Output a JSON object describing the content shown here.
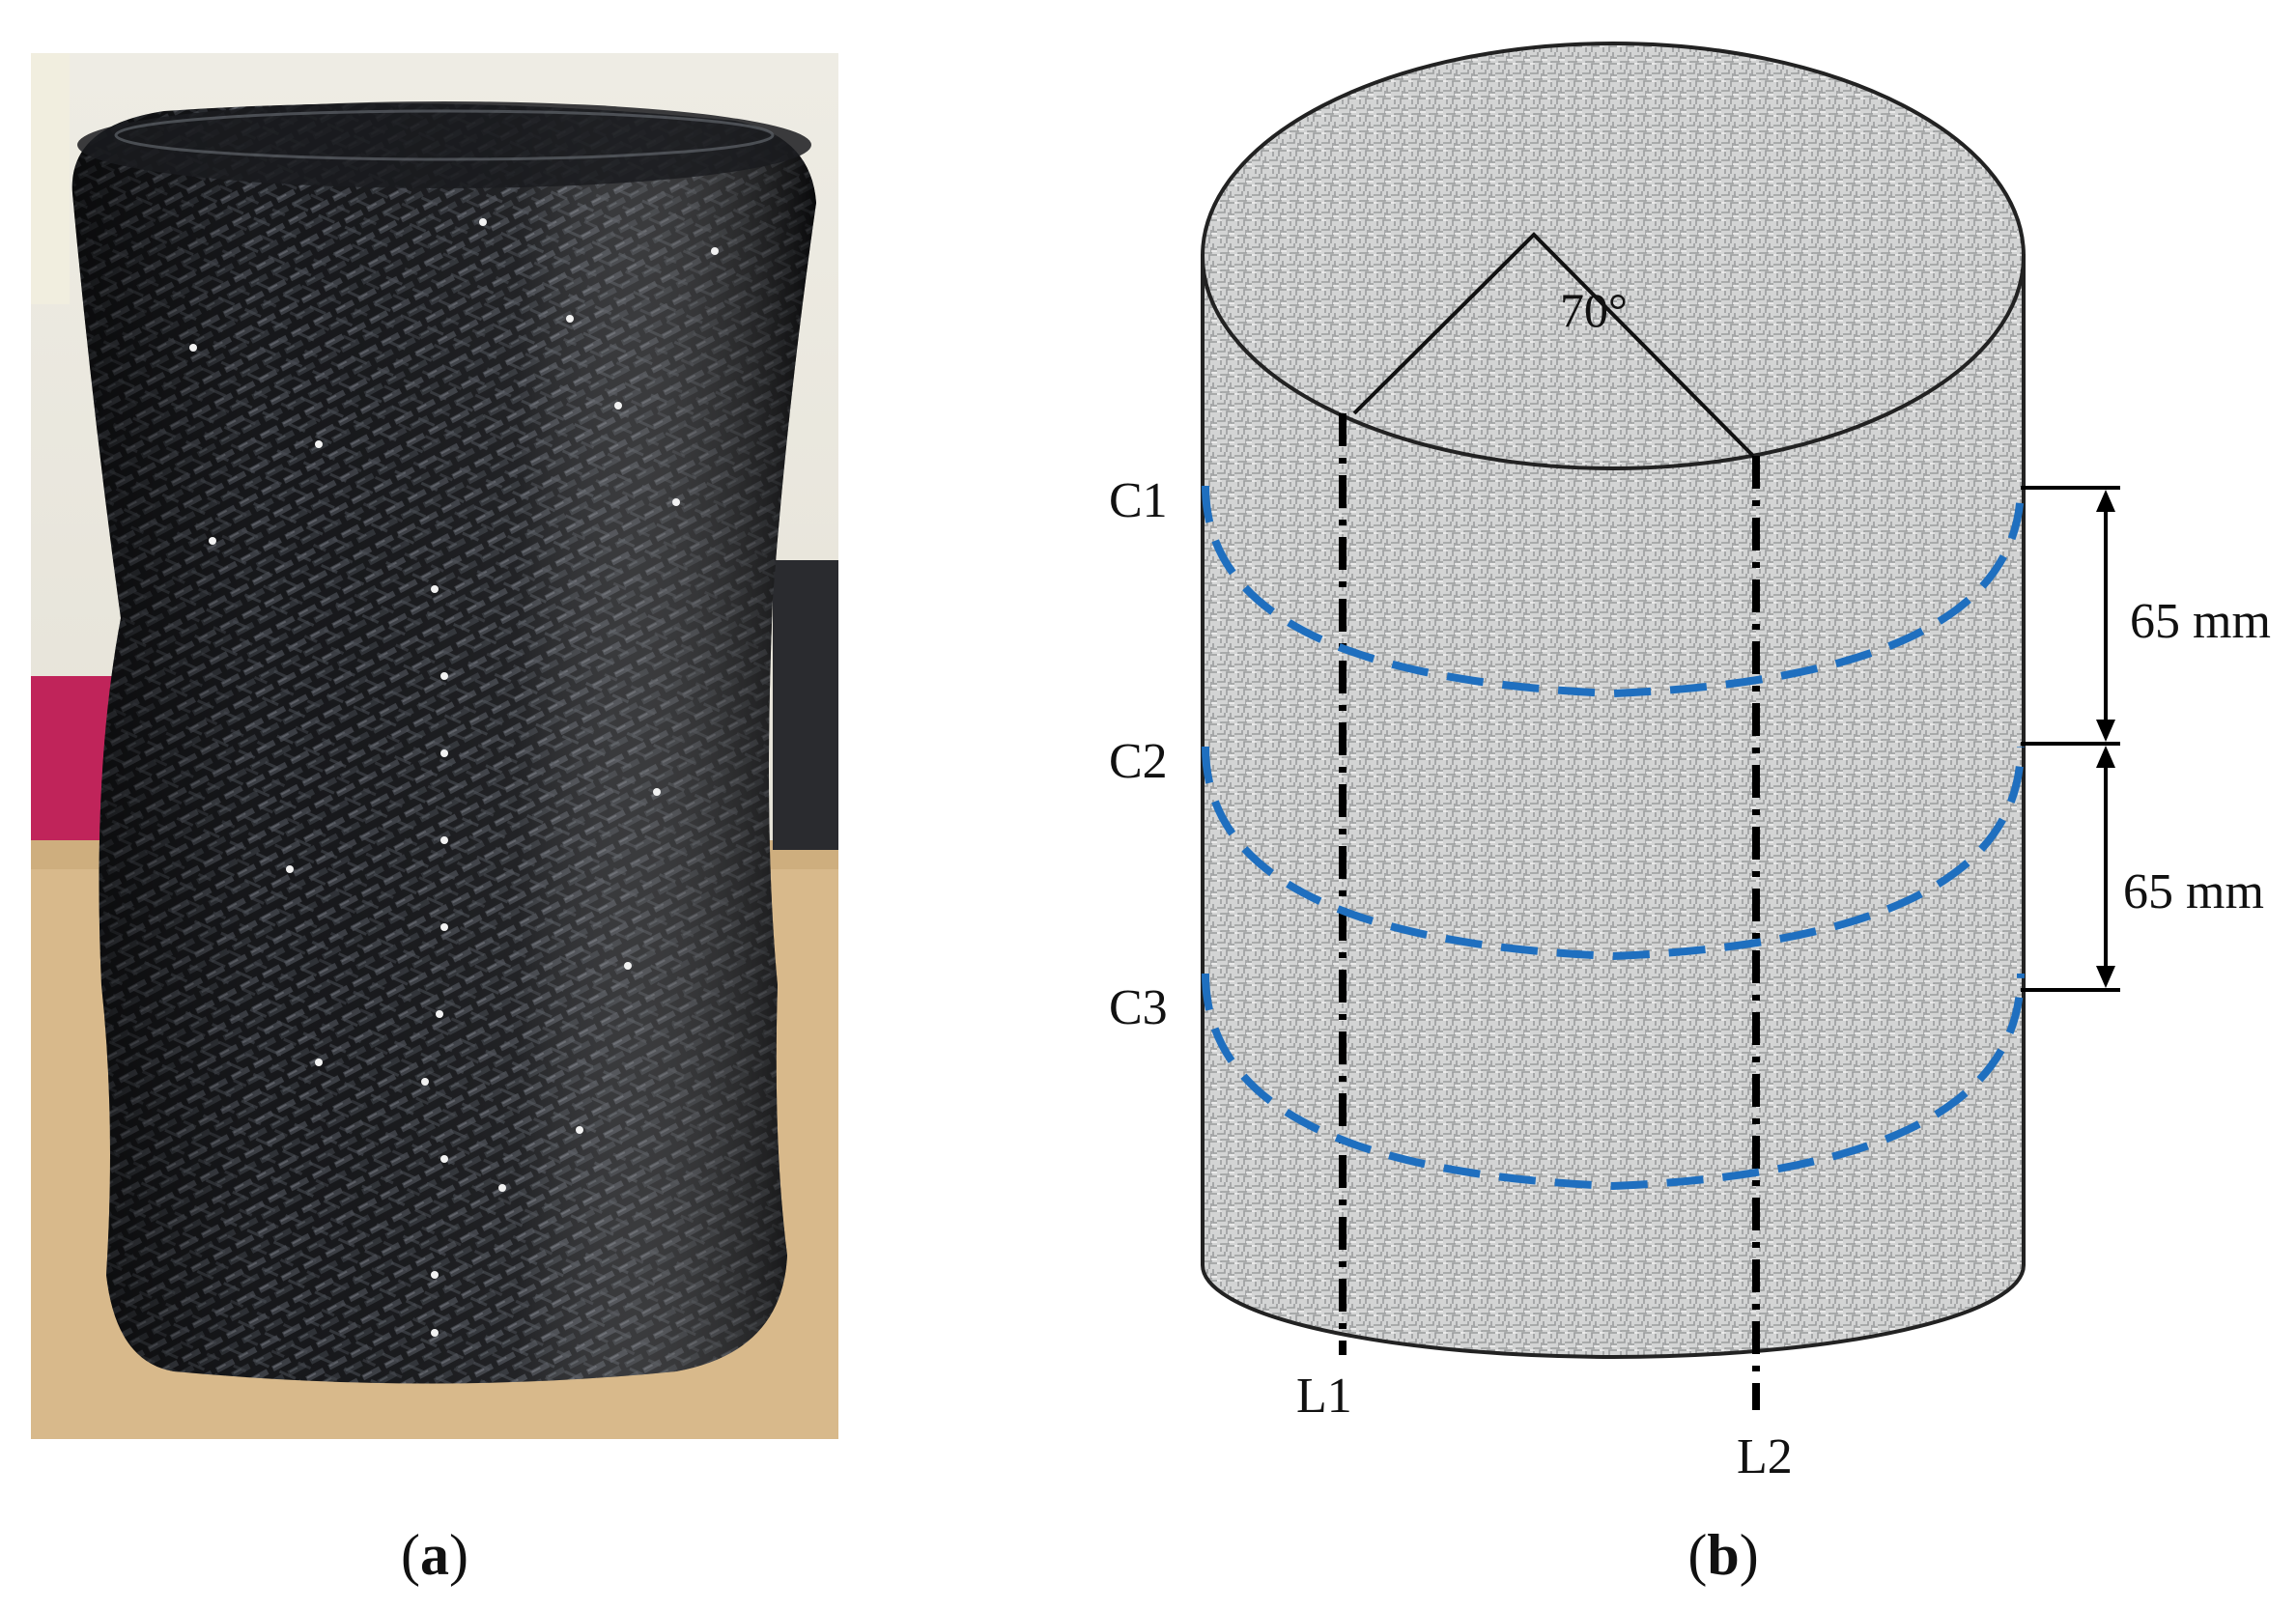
{
  "panels": [
    {
      "id": "a",
      "caption": "a",
      "content": "photograph"
    },
    {
      "id": "b",
      "caption": "b",
      "content": "schematic"
    }
  ],
  "schematic": {
    "angle_label": "70°",
    "circumferential_lines": [
      "C1",
      "C2",
      "C3"
    ],
    "longitudinal_lines": [
      "L1",
      "L2"
    ],
    "spacing_labels": [
      "65 mm",
      "65 mm"
    ]
  },
  "colors": {
    "hoop_line": "#1f6fbf",
    "axial_line": "#000000",
    "fabric_dark": "#141518",
    "fabric_light": "#cfd0d0",
    "background_wall": "#e9e6dc",
    "table": "#d8b98b",
    "chair": "#c0245a"
  }
}
